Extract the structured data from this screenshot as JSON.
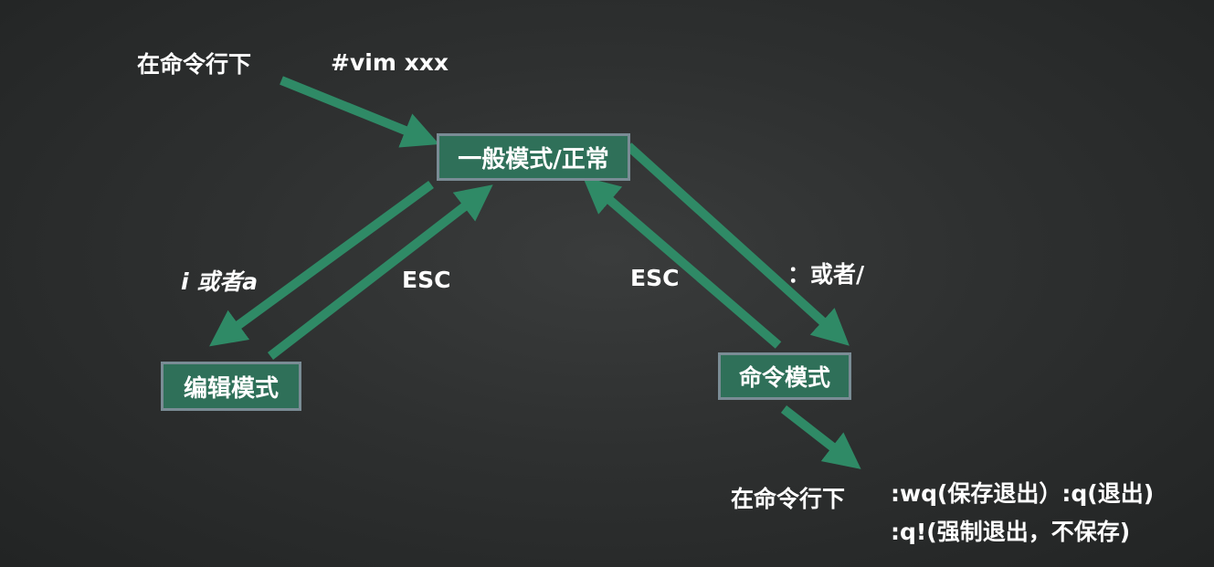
{
  "diagram": {
    "top_left_label": "在命令行下",
    "command_label": "#vim  xxx",
    "nodes": {
      "normal": "一般模式/正常",
      "edit": "编辑模式",
      "command": "命令模式"
    },
    "edges": {
      "to_edit": "i 或者a",
      "edit_esc": "ESC",
      "command_esc": "ESC",
      "to_command": "：或者/"
    },
    "bottom_label": "在命令行下",
    "commands": {
      "line1": ":wq(保存退出）:q(退出)",
      "line2": ":q!(强制退出，不保存)"
    }
  },
  "colors": {
    "arrow": "#2f8a66",
    "box_fill": "#2f7059",
    "box_border": "#7a8c95",
    "background": "#2b2d2d"
  }
}
